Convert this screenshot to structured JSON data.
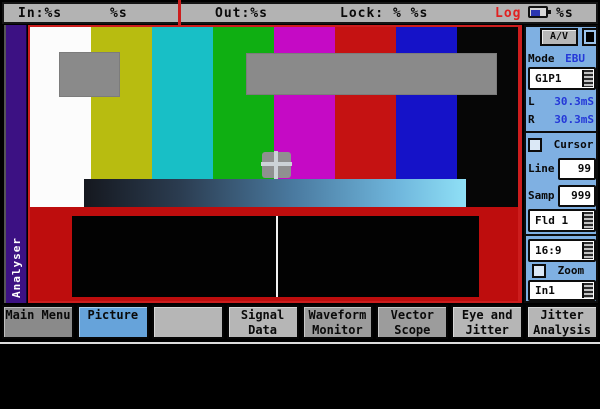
{
  "status_bar": {
    "in_label": "In:%s",
    "in_value": "%s",
    "out_label": "Out:%s",
    "lock_label": "Lock: % %s",
    "log_label": "Log",
    "battery_value": "%s"
  },
  "sidebar": {
    "tab_label": "Analyser"
  },
  "picture": {
    "bars": [
      "#fcfcfc",
      "#b8bc10",
      "#18bfc6",
      "#0faf12",
      "#c50ac5",
      "#c51212",
      "#1512c8",
      "#060606"
    ],
    "bar_names": [
      "white",
      "yellow",
      "cyan",
      "green",
      "magenta",
      "red",
      "blue",
      "black"
    ]
  },
  "panel": {
    "av_button_label": "A/V",
    "mode_label": "Mode",
    "mode_value": "EBU",
    "pattern_value": "G1P1",
    "left_delay_label": "L",
    "left_delay_value": "30.3mS",
    "right_delay_label": "R",
    "right_delay_value": "30.3mS",
    "cursor_label": "Cursor",
    "cursor_checked": false,
    "line_label": "Line",
    "line_value": "99",
    "samp_label": "Samp",
    "samp_value": "999",
    "field_value": "Fld 1",
    "aspect_value": "16:9",
    "zoom_label": "Zoom",
    "zoom_checked": false,
    "input_value": "In1"
  },
  "menu": {
    "items": [
      {
        "line1": "Main Menu",
        "line2": "",
        "variant": "dark"
      },
      {
        "line1": "Picture",
        "line2": "",
        "variant": "selected"
      },
      {
        "line1": "",
        "line2": "",
        "variant": "light"
      },
      {
        "line1": "Signal",
        "line2": "Data",
        "variant": "light"
      },
      {
        "line1": "Waveform",
        "line2": "Monitor",
        "variant": "mid"
      },
      {
        "line1": "Vector",
        "line2": "Scope",
        "variant": "mid"
      },
      {
        "line1": "Eye and",
        "line2": "Jitter",
        "variant": "light"
      },
      {
        "line1": "Jitter",
        "line2": "Analysis",
        "variant": "light"
      }
    ]
  },
  "colors": {
    "screen-bg": "#000000",
    "bar-bg": "#b3b3b3",
    "accent-red": "#cc1d1d",
    "log-red": "#e02020",
    "panel-blue": "#7fb0e2",
    "value-blue": "#2438d8",
    "selected-blue": "#66a3da",
    "purple": "#3c1183",
    "field-red": "#be0d0d",
    "overlay-gray": "#8a8a8a",
    "menu-dark": "#8a8a8a",
    "menu-mid": "#9c9c9c",
    "menu-light": "#b6b6b6",
    "battery-blue": "#2a35b0",
    "white-line": "#dcdcdc",
    "grad-from": "#15181f",
    "grad-mid": "#4a7aa0",
    "grad-to": "#8fe0f6"
  }
}
